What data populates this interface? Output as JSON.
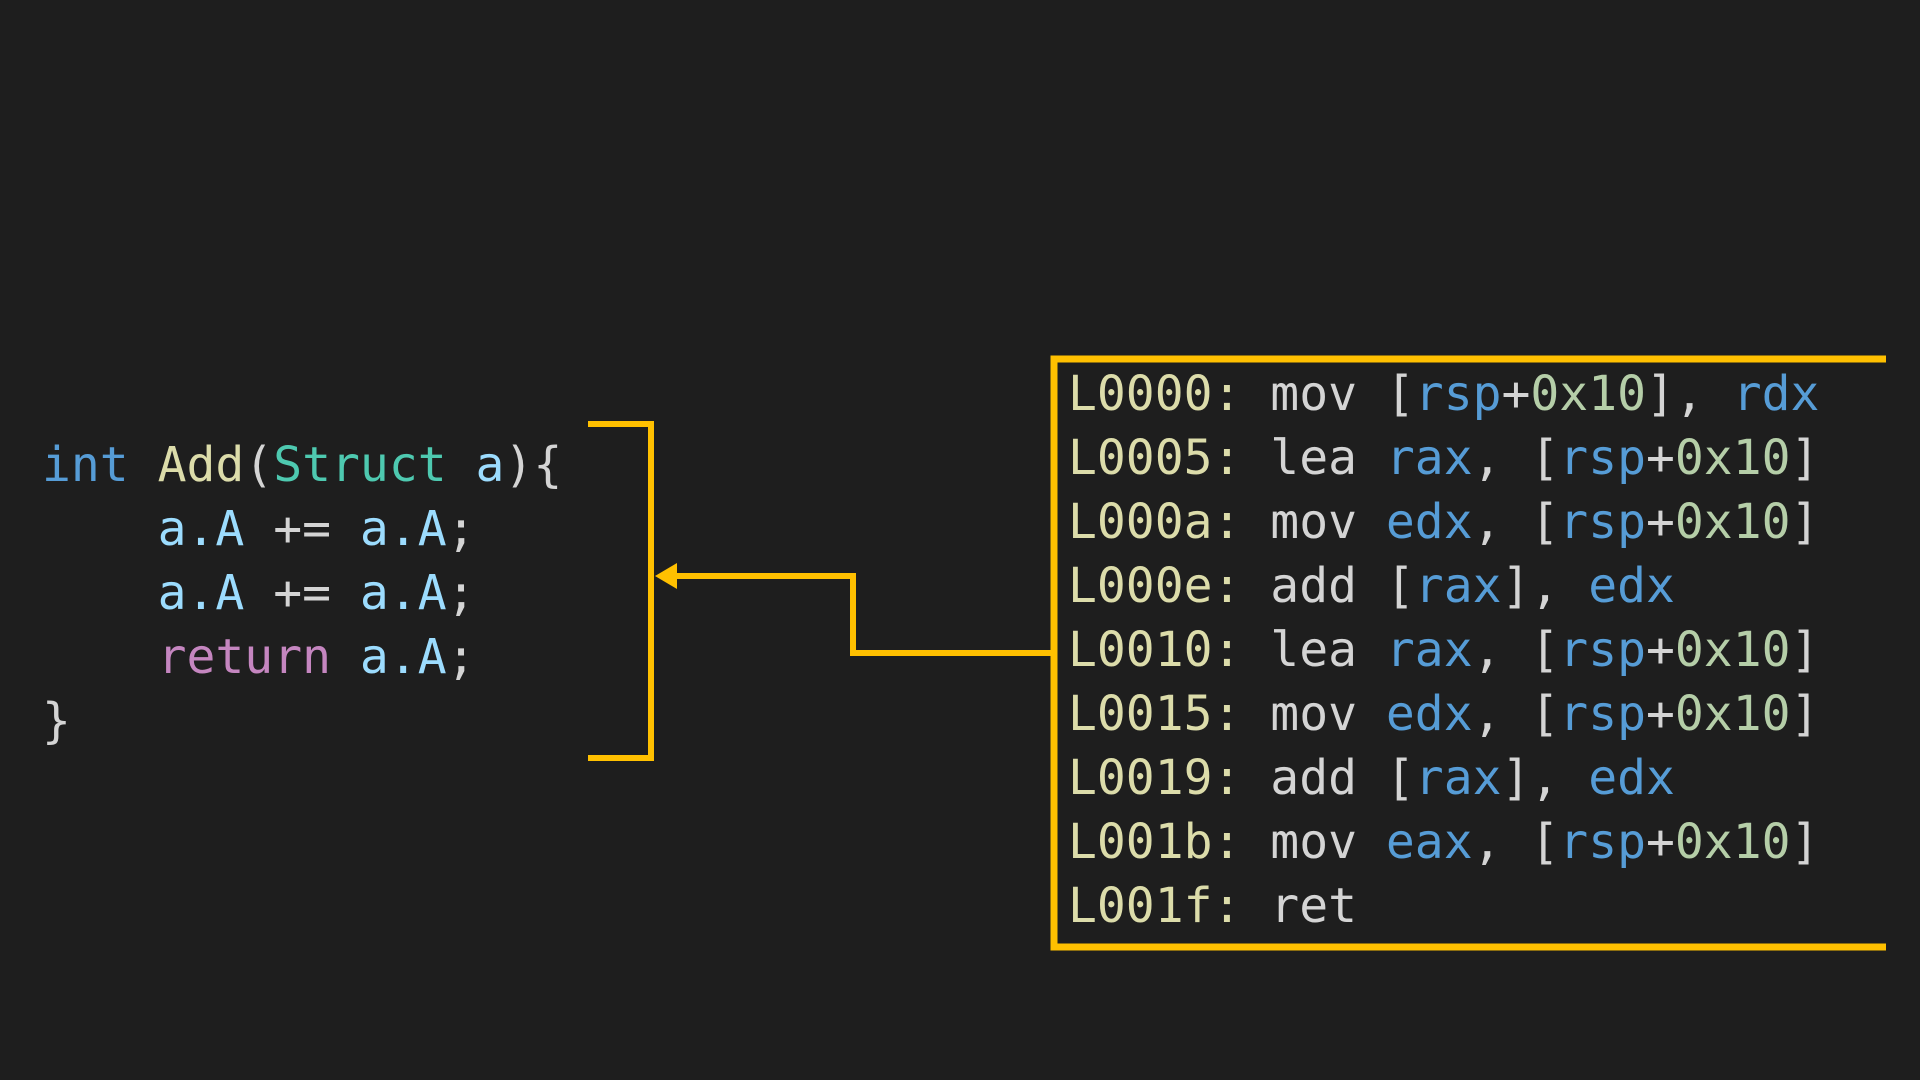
{
  "colors": {
    "background": "#1e1e1e",
    "highlight": "#ffc000"
  },
  "source_code": {
    "lines": [
      [
        [
          "int",
          "kw"
        ],
        [
          " ",
          "punc"
        ],
        [
          "Add",
          "fn"
        ],
        [
          "(",
          "punc"
        ],
        [
          "Struct",
          "type"
        ],
        [
          " ",
          "punc"
        ],
        [
          "a",
          "var"
        ],
        [
          "){",
          "punc"
        ]
      ],
      [
        [
          "    ",
          "punc"
        ],
        [
          "a.A",
          "var"
        ],
        [
          " += ",
          "punc"
        ],
        [
          "a.A",
          "var"
        ],
        [
          ";",
          "punc"
        ]
      ],
      [
        [
          "    ",
          "punc"
        ],
        [
          "a.A",
          "var"
        ],
        [
          " += ",
          "punc"
        ],
        [
          "a.A",
          "var"
        ],
        [
          ";",
          "punc"
        ]
      ],
      [
        [
          "    ",
          "punc"
        ],
        [
          "return",
          "ctrl"
        ],
        [
          " ",
          "punc"
        ],
        [
          "a.A",
          "var"
        ],
        [
          ";",
          "punc"
        ]
      ],
      [
        [
          "}",
          "punc"
        ]
      ]
    ]
  },
  "assembly": {
    "lines": [
      [
        [
          "L0000: ",
          "label"
        ],
        [
          "mov ",
          "op"
        ],
        [
          "[",
          "op"
        ],
        [
          "rsp",
          "reg"
        ],
        [
          "+",
          "op"
        ],
        [
          "0x10",
          "num"
        ],
        [
          "], ",
          "op"
        ],
        [
          "rdx",
          "reg"
        ]
      ],
      [
        [
          "L0005: ",
          "label"
        ],
        [
          "lea ",
          "op"
        ],
        [
          "rax",
          "reg"
        ],
        [
          ", [",
          "op"
        ],
        [
          "rsp",
          "reg"
        ],
        [
          "+",
          "op"
        ],
        [
          "0x10",
          "num"
        ],
        [
          "]",
          "op"
        ]
      ],
      [
        [
          "L000a: ",
          "label"
        ],
        [
          "mov ",
          "op"
        ],
        [
          "edx",
          "reg"
        ],
        [
          ", [",
          "op"
        ],
        [
          "rsp",
          "reg"
        ],
        [
          "+",
          "op"
        ],
        [
          "0x10",
          "num"
        ],
        [
          "]",
          "op"
        ]
      ],
      [
        [
          "L000e: ",
          "label"
        ],
        [
          "add ",
          "op"
        ],
        [
          "[",
          "op"
        ],
        [
          "rax",
          "reg"
        ],
        [
          "], ",
          "op"
        ],
        [
          "edx",
          "reg"
        ]
      ],
      [
        [
          "L0010: ",
          "label"
        ],
        [
          "lea ",
          "op"
        ],
        [
          "rax",
          "reg"
        ],
        [
          ", [",
          "op"
        ],
        [
          "rsp",
          "reg"
        ],
        [
          "+",
          "op"
        ],
        [
          "0x10",
          "num"
        ],
        [
          "]",
          "op"
        ]
      ],
      [
        [
          "L0015: ",
          "label"
        ],
        [
          "mov ",
          "op"
        ],
        [
          "edx",
          "reg"
        ],
        [
          ", [",
          "op"
        ],
        [
          "rsp",
          "reg"
        ],
        [
          "+",
          "op"
        ],
        [
          "0x10",
          "num"
        ],
        [
          "]",
          "op"
        ]
      ],
      [
        [
          "L0019: ",
          "label"
        ],
        [
          "add ",
          "op"
        ],
        [
          "[",
          "op"
        ],
        [
          "rax",
          "reg"
        ],
        [
          "], ",
          "op"
        ],
        [
          "edx",
          "reg"
        ]
      ],
      [
        [
          "L001b: ",
          "label"
        ],
        [
          "mov ",
          "op"
        ],
        [
          "eax",
          "reg"
        ],
        [
          ", [",
          "op"
        ],
        [
          "rsp",
          "reg"
        ],
        [
          "+",
          "op"
        ],
        [
          "0x10",
          "num"
        ],
        [
          "]",
          "op"
        ]
      ],
      [
        [
          "L001f: ",
          "label"
        ],
        [
          "ret",
          "op"
        ]
      ]
    ]
  }
}
